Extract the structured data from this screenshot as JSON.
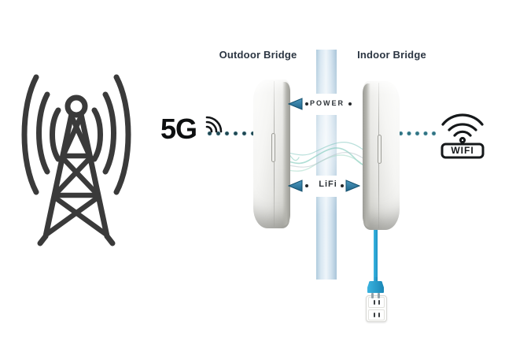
{
  "labels": {
    "five_g": "5G",
    "outdoor_bridge": "Outdoor Bridge",
    "indoor_bridge": "Indoor Bridge",
    "power": "POWER",
    "lifi": "LiFi",
    "wifi": "WIFI"
  },
  "connections": [
    {
      "from": "5G",
      "to": "Outdoor Bridge",
      "style": "dotted"
    },
    {
      "from": "Indoor Bridge",
      "to": "Outdoor Bridge",
      "label": "POWER",
      "direction": "left",
      "style": "arrow"
    },
    {
      "from": "Outdoor Bridge",
      "to": "Indoor Bridge",
      "label": "LiFi",
      "direction": "bidirectional",
      "style": "arrow"
    },
    {
      "from": "Indoor Bridge",
      "to": "WIFI",
      "style": "dotted"
    },
    {
      "from": "Wall outlet",
      "to": "Indoor Bridge",
      "style": "power-cable"
    }
  ],
  "colors": {
    "arrow_blue": "#2f7fa6",
    "cable_blue": "#29a8d8",
    "glass_blue": "#c7dcec",
    "dot_dark": "#1d4752",
    "dot_teal": "#2f7383",
    "icon_black": "#1a1d20",
    "text_dark": "#2b3542",
    "wave_teal": "#86ccbf"
  }
}
